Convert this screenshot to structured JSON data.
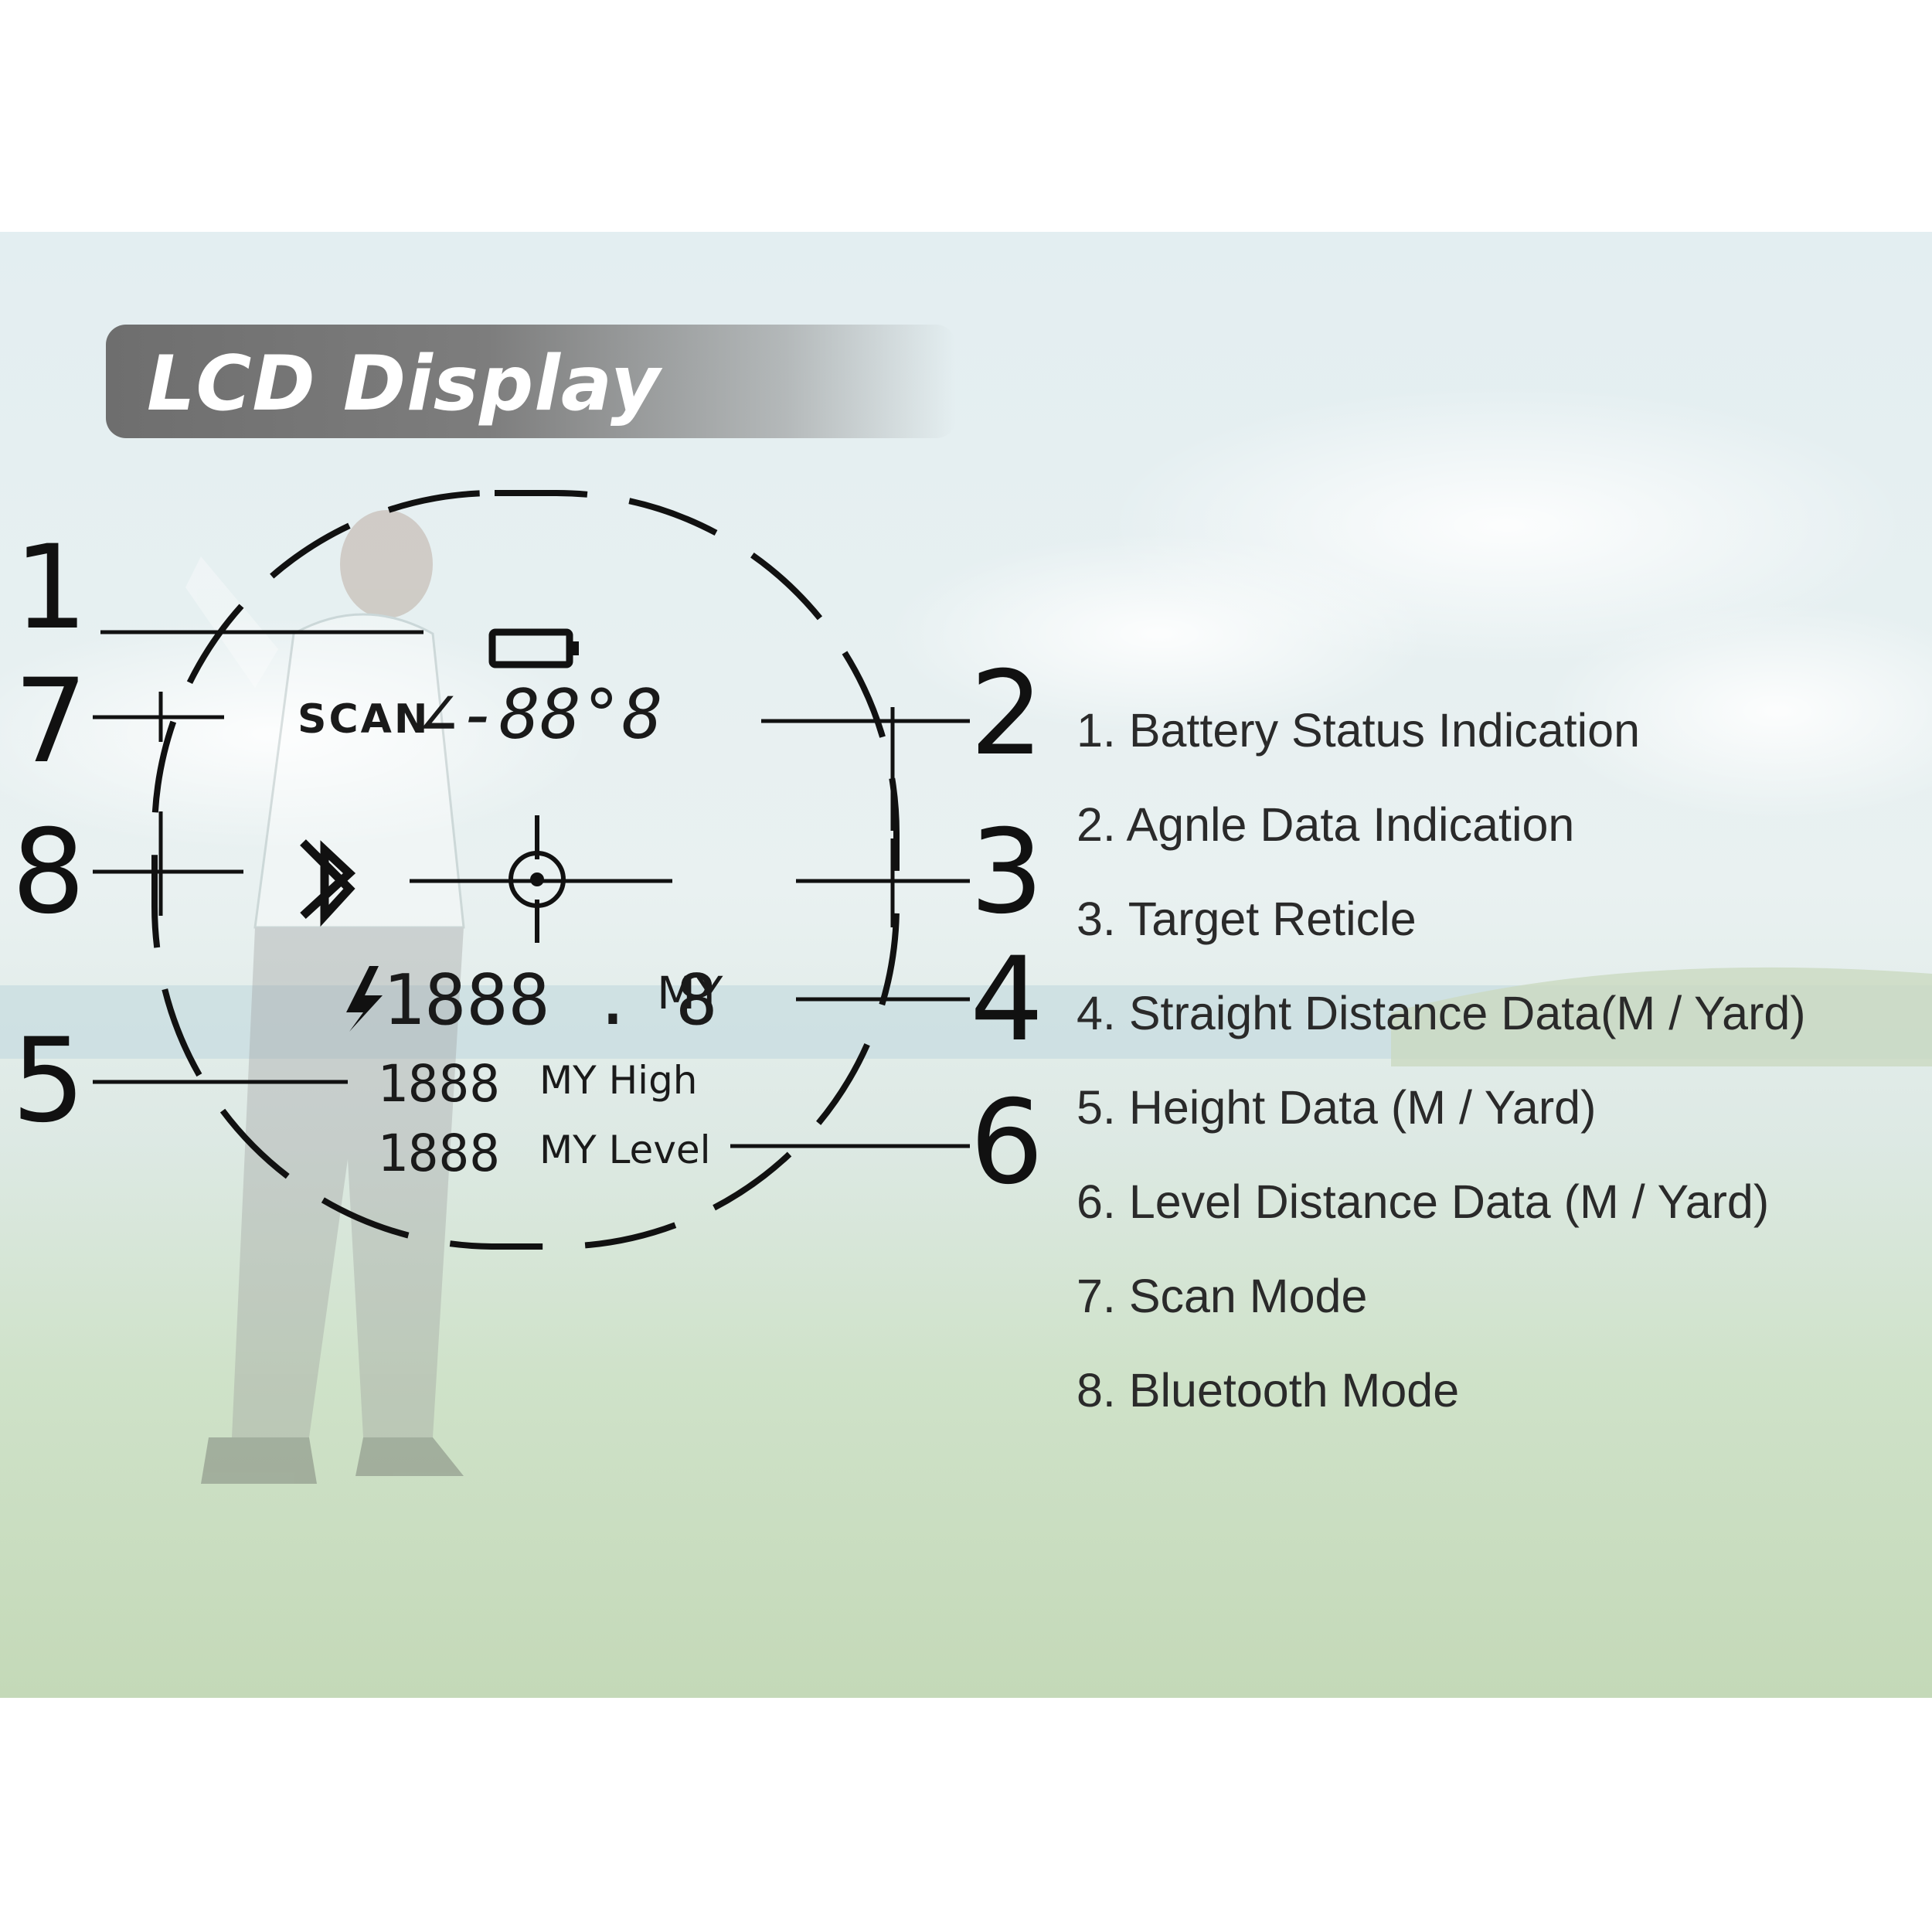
{
  "header": {
    "title": "LCD Display"
  },
  "lcd": {
    "scan_label": "SCAN",
    "angle_readout": "∠-88°8",
    "distance_readout": "1888 . 8",
    "distance_unit": "MY",
    "height_readout": "1888",
    "height_unit": "MY High",
    "level_readout": "1888",
    "level_unit": "MY Level"
  },
  "callouts": [
    "1",
    "2",
    "3",
    "4",
    "5",
    "6",
    "7",
    "8"
  ],
  "legend": [
    "1. Battery Status Indication",
    "2. Agnle Data Indication",
    "3. Target Reticle",
    "4. Straight Distance Data(M / Yard)",
    "5. Height Data (M / Yard)",
    "6. Level Distance Data (M / Yard)",
    "7. Scan Mode",
    "8. Bluetooth Mode"
  ],
  "icons": [
    "battery-icon",
    "bluetooth-icon",
    "reticle-icon",
    "lightning-icon"
  ],
  "colors": {
    "line": "#111111",
    "title_pill": "#777777",
    "title_text": "#ffffff"
  }
}
